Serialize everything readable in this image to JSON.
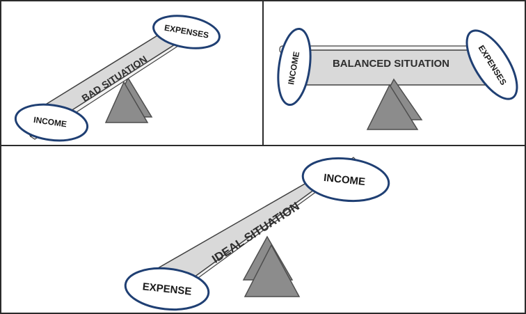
{
  "panels": {
    "bad": {
      "situation_label": "BAD SITUATION",
      "high_label": "EXPENSES",
      "low_label": "INCOME"
    },
    "balanced": {
      "situation_label": "BALANCED SITUATION",
      "left_label": "INCOME",
      "right_label": "EXPENSES"
    },
    "ideal": {
      "situation_label": "IDEAL SITUATION",
      "high_label": "INCOME",
      "low_label": "EXPENSE"
    }
  },
  "colors": {
    "frame": "#2b2b2b",
    "beam": "#d9d9d9",
    "fulcrum": "#8c8c8c",
    "oval_outline": "#1f3f73"
  }
}
